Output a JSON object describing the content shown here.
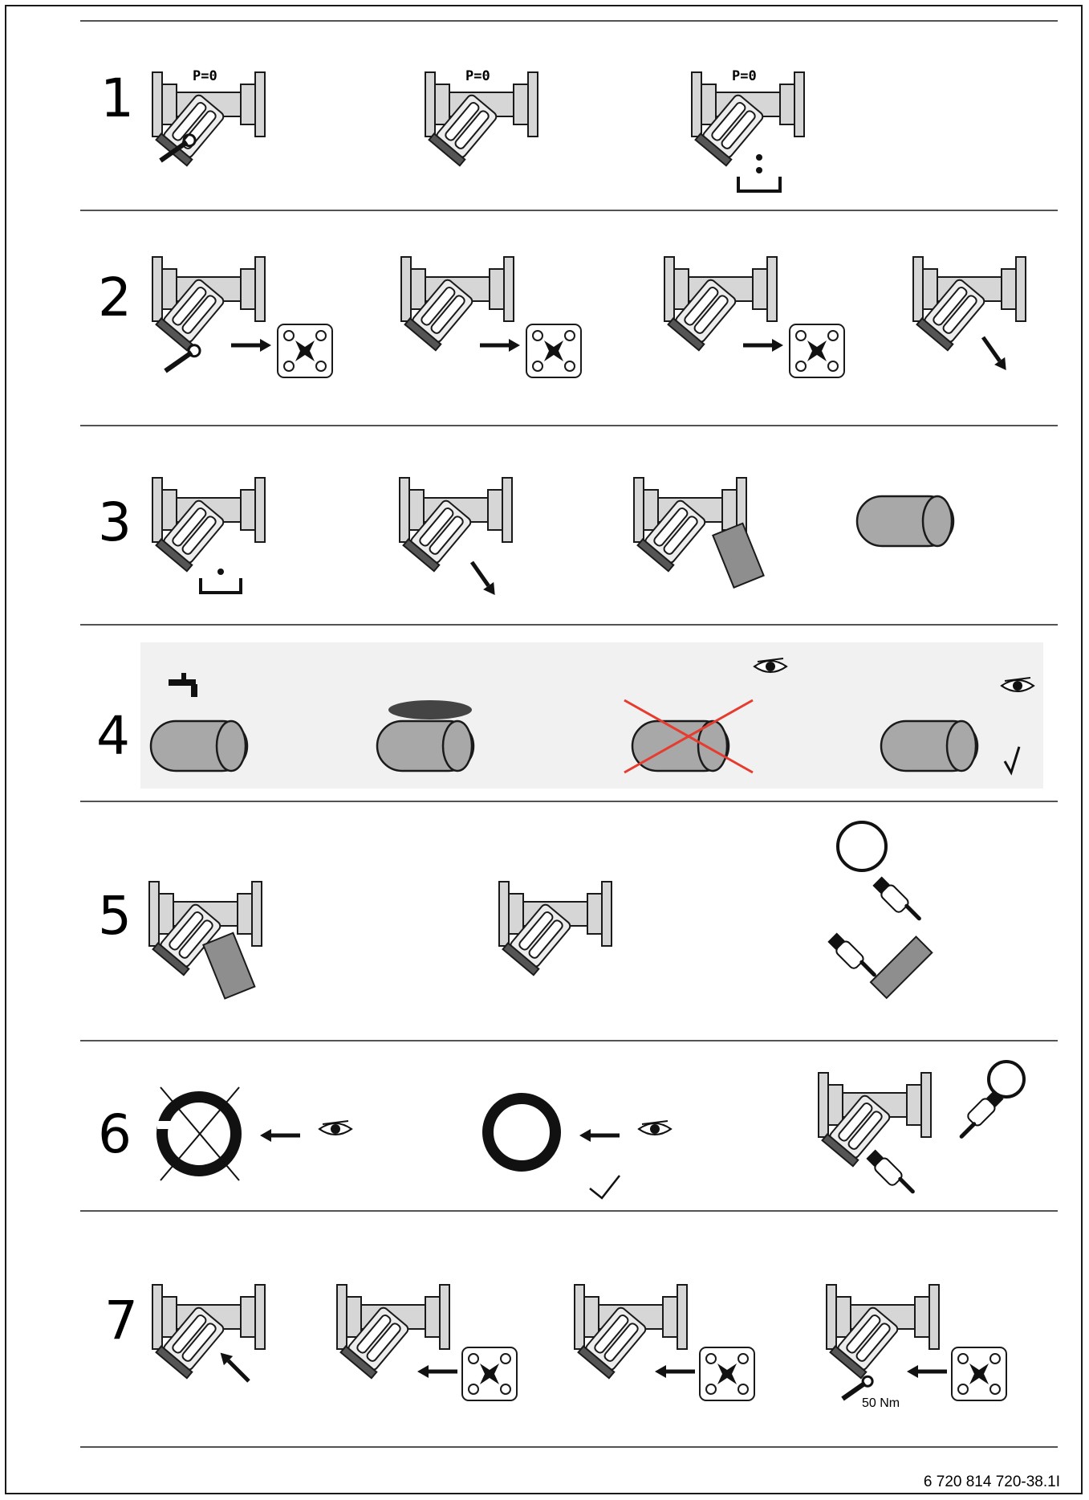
{
  "steps": [
    {
      "number": "1",
      "label": "P=0"
    },
    {
      "number": "2"
    },
    {
      "number": "3"
    },
    {
      "number": "4"
    },
    {
      "number": "5"
    },
    {
      "number": "6"
    },
    {
      "number": "7",
      "torque": "50 Nm"
    }
  ],
  "figure_code": "6 720 814 720-38.1I",
  "icons": [
    "strainer-housing-icon",
    "wrench-icon",
    "drip-tray-icon",
    "shutoff-valve-icon",
    "arrow-icon",
    "filter-cartridge-icon",
    "water-tap-icon",
    "brush-icon",
    "eye-icon",
    "checkmark-icon",
    "cross-out-icon",
    "o-ring-icon",
    "pointing-hand-icon"
  ],
  "colors": {
    "line": "#1a1a1a",
    "housing_fill": "#d6d6d6",
    "cartridge_fill": "#9a9a9a",
    "warning": "#e63b2e"
  }
}
